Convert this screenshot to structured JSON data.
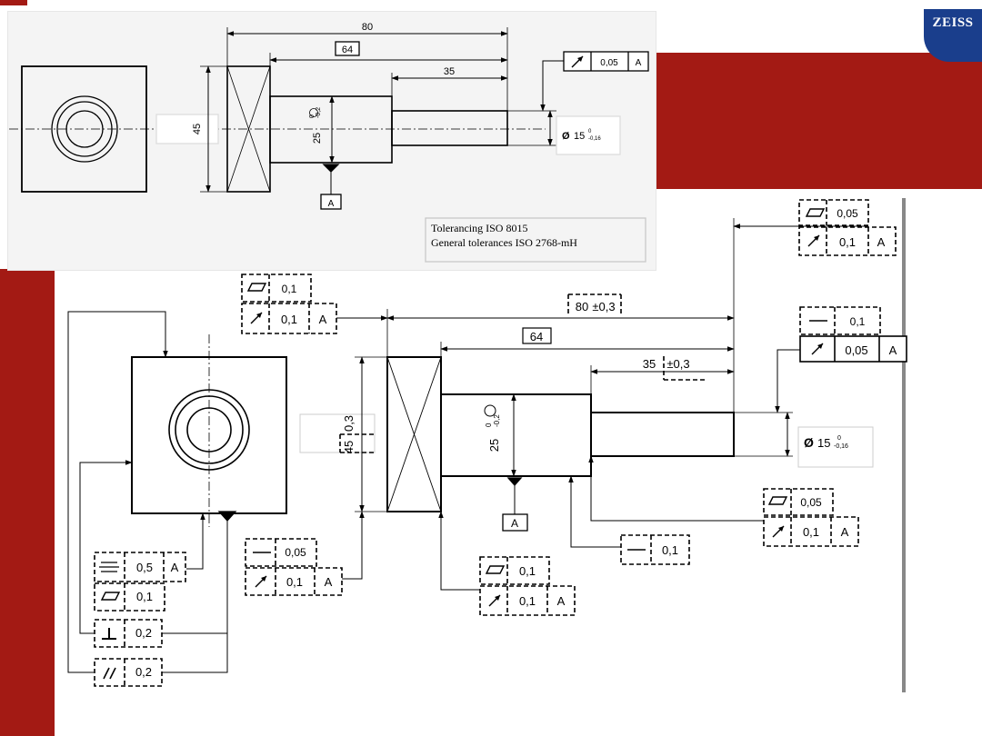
{
  "branding": {
    "logo_text": "ZEISS",
    "accent_color": "#a31a14",
    "logo_color": "#1a3e8c"
  },
  "inset": {
    "dims": {
      "d80": "80",
      "d64": "64",
      "d35": "35",
      "d45": "45",
      "d25": "25",
      "d15": "15"
    },
    "datum": "A",
    "frame": {
      "tol": "0,05",
      "datum": "A"
    },
    "note_lines": [
      "Tolerancing ISO 8015",
      "General tolerances ISO 2768-mH"
    ]
  },
  "main": {
    "dims": {
      "d80": "80",
      "d80_tol": "±0,3",
      "d64": "64",
      "d35": "35",
      "d35_tol": "±0,3",
      "d45": "45",
      "d45_tol": "0,3",
      "d25": "25",
      "d15": "15"
    },
    "datum": "A",
    "frames": {
      "top_right_flat": "0,05",
      "top_right_runout": "0,1",
      "top_right_runout_datum": "A",
      "straight_right": "0,1",
      "runout_right": "0,05",
      "runout_right_datum": "A",
      "left_flat": "0,1",
      "left_runout": "0,1",
      "left_runout_datum": "A",
      "lower_right_flat": "0,05",
      "lower_right_runout": "0,1",
      "lower_right_runout_datum": "A",
      "lower_straight": "0,1",
      "mid_flat": "0,1",
      "mid_runout": "0,1",
      "mid_runout_datum": "A",
      "face_straight": "0,05",
      "face_runout": "0,1",
      "face_runout_datum": "A",
      "sym": "0,5",
      "sym_datum": "A",
      "sq_flat": "0,1",
      "perp": "0,2",
      "par": "0,2"
    }
  }
}
